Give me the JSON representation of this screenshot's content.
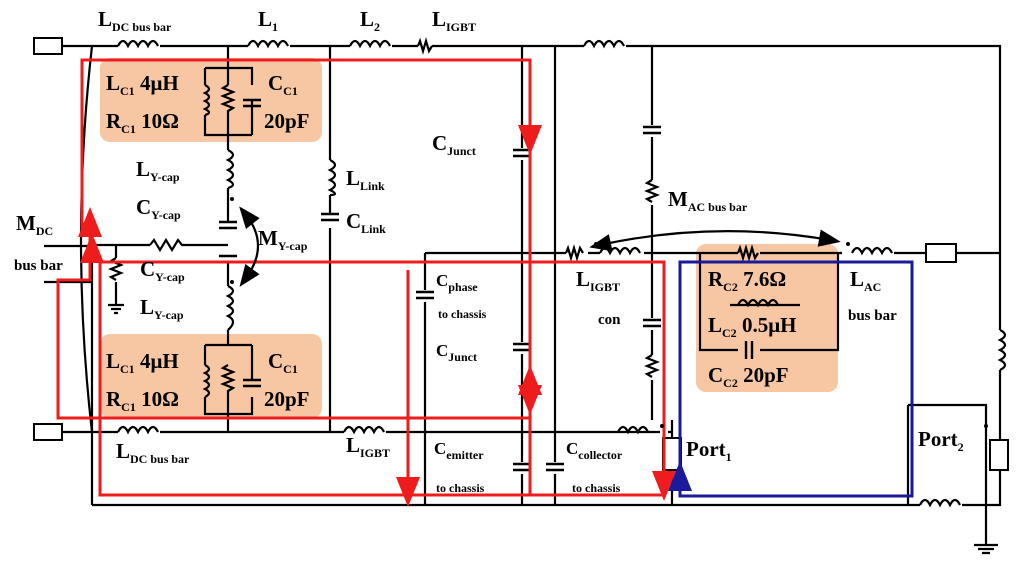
{
  "labels": {
    "ldc_top": {
      "main": "L",
      "sub": "DC bus bar"
    },
    "l1": {
      "main": "L",
      "sub": "1"
    },
    "l2": {
      "main": "L",
      "sub": "2"
    },
    "ligbt_top": {
      "main": "L",
      "sub": "IGBT"
    },
    "lc1_top": {
      "main": "L",
      "sub": "C1",
      "val": " 4μH"
    },
    "rc1_top": {
      "main": "R",
      "sub": "C1",
      "val": " 10Ω"
    },
    "cc1_top": {
      "main": "C",
      "sub": "C1"
    },
    "cc1_top_val": "20pF",
    "cjunct_top": {
      "main": "C",
      "sub": "Junct"
    },
    "lycap_top": {
      "main": "L",
      "sub": "Y-cap"
    },
    "llink": {
      "main": "L",
      "sub": "Link"
    },
    "cycap_top": {
      "main": "C",
      "sub": "Y-cap"
    },
    "clink": {
      "main": "C",
      "sub": "Link"
    },
    "mycap": {
      "main": "M",
      "sub": "Y-cap"
    },
    "mdc": {
      "main": "M",
      "sub": "DC"
    },
    "mdc_2": "bus bar",
    "cycap_bot": {
      "main": "C",
      "sub": "Y-cap"
    },
    "lycap_bot": {
      "main": "L",
      "sub": "Y-cap"
    },
    "mac": {
      "main": "M",
      "sub": "AC bus bar"
    },
    "cphase": {
      "main": "C",
      "sub": "phase"
    },
    "cphase_2": "to chassis",
    "ligbt_con": {
      "main": "L",
      "sub": "IGBT"
    },
    "ligbt_con_2": "con",
    "rc2": {
      "main": "R",
      "sub": "C2",
      "val": "  7.6Ω"
    },
    "lac": {
      "main": "L",
      "sub": "AC"
    },
    "lac_2": "bus bar",
    "lc2": {
      "main": "L",
      "sub": "C2",
      "val": " 0.5μH"
    },
    "cjunct_bot": {
      "main": "C",
      "sub": "Junct"
    },
    "cc2": {
      "main": "C",
      "sub": "C2",
      "val": "   20pF"
    },
    "lc1_bot": {
      "main": "L",
      "sub": "C1",
      "val": " 4μH"
    },
    "rc1_bot": {
      "main": "R",
      "sub": "C1",
      "val": " 10Ω"
    },
    "cc1_bot": {
      "main": "C",
      "sub": "C1"
    },
    "cc1_bot_val": "20pF",
    "ldc_bot": {
      "main": "L",
      "sub": "DC bus bar"
    },
    "ligbt_bot": {
      "main": "L",
      "sub": "IGBT"
    },
    "cemitter": {
      "main": "C",
      "sub": "emitter"
    },
    "cemitter_2": "to chassis",
    "ccollector": {
      "main": "C",
      "sub": "collector"
    },
    "ccollector_2": "to chassis",
    "port1": {
      "main": "Port",
      "sub": "1"
    },
    "port2": {
      "main": "Port",
      "sub": "2"
    }
  },
  "colors": {
    "loop_red": "#ee1c1c",
    "loop_blue": "#1a1a9a",
    "highlight_box": "#f7c6a3",
    "wire": "#000000"
  }
}
